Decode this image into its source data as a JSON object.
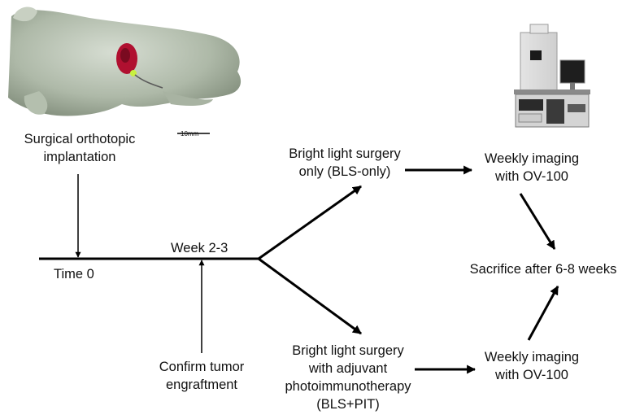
{
  "nodes": {
    "implantation": [
      "Surgical orthotopic",
      "implantation"
    ],
    "time0": "Time 0",
    "week": "Week 2-3",
    "confirm": [
      "Confirm tumor",
      "engraftment"
    ],
    "bls_only": [
      "Bright light surgery",
      "only (BLS-only)"
    ],
    "bls_pit": [
      "Bright light surgery",
      "with adjuvant",
      "photoimmunotherapy",
      "(BLS+PIT)"
    ],
    "imaging_top": [
      "Weekly imaging",
      "with OV-100"
    ],
    "imaging_bottom": [
      "Weekly imaging",
      "with OV-100"
    ],
    "sacrifice": "Sacrifice after 6-8 weeks"
  },
  "images": {
    "mouse_photo": {
      "scale_bar_label": "10mm"
    },
    "imaging_system": {}
  },
  "colors": {
    "line": "#000000",
    "tumor": "#b01030",
    "fluorescence": "#c8f040"
  }
}
